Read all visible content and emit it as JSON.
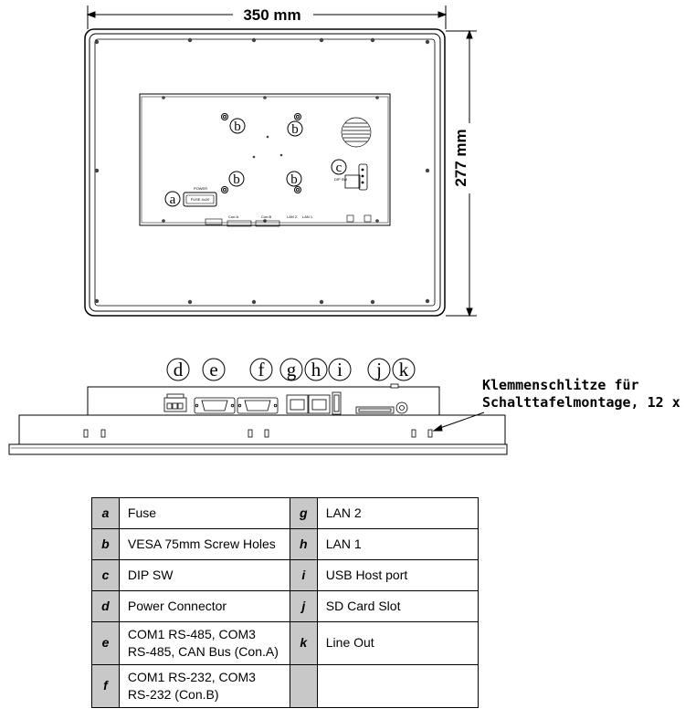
{
  "dimensions": {
    "width": "350 mm",
    "height": "277 mm"
  },
  "note": {
    "line1": "Klemmenschlitze für",
    "line2": "Schalttafelmontage, 12 x"
  },
  "callouts_front": [
    "a",
    "b",
    "b",
    "b",
    "b",
    "c"
  ],
  "callouts_side": [
    "d",
    "e",
    "f",
    "g",
    "h",
    "i",
    "j",
    "k"
  ],
  "small_labels": {
    "fuse_box": "FUSE 4x20",
    "power": "POWER",
    "dip_sw": "DIP SW",
    "con_a": "Con.A",
    "con_b": "Con.B",
    "lan2": "LAN 2",
    "lan1": "LAN 1"
  },
  "legend": {
    "rows": [
      {
        "k1": "a",
        "d1": "Fuse",
        "k2": "g",
        "d2": "LAN 2"
      },
      {
        "k1": "b",
        "d1": "VESA 75mm Screw Holes",
        "k2": "h",
        "d2": "LAN 1"
      },
      {
        "k1": "c",
        "d1": "DIP SW",
        "k2": "i",
        "d2": "USB Host port"
      },
      {
        "k1": "d",
        "d1": "Power Connector",
        "k2": "j",
        "d2": "SD Card Slot"
      },
      {
        "k1": "e",
        "d1": "COM1 RS-485, COM3 RS-485, CAN Bus (Con.A)",
        "k2": "k",
        "d2": "Line Out"
      },
      {
        "k1": "f",
        "d1": "COM1 RS-232, COM3 RS-232 (Con.B)",
        "k2": "",
        "d2": ""
      }
    ]
  }
}
